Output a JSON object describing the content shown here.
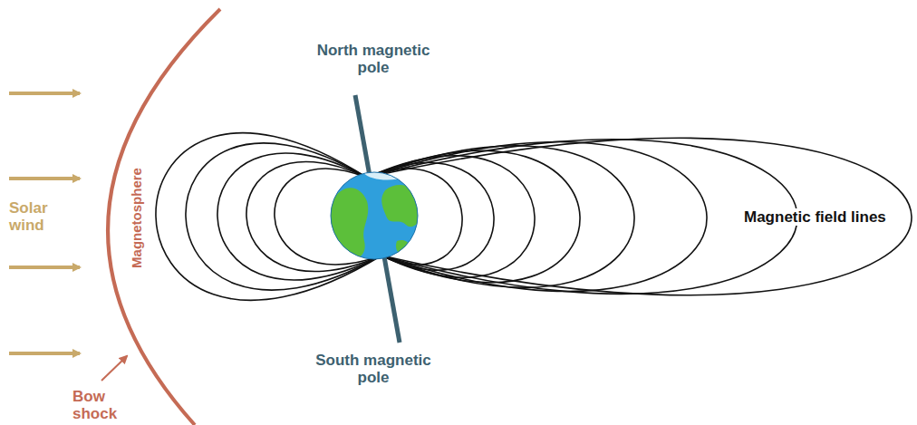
{
  "diagram": {
    "labels": [
      "North magnetic pole",
      "South magnetic pole",
      "Solar wind",
      "Magnetosphere",
      "Bow shock",
      "Magnetic field lines"
    ]
  }
}
